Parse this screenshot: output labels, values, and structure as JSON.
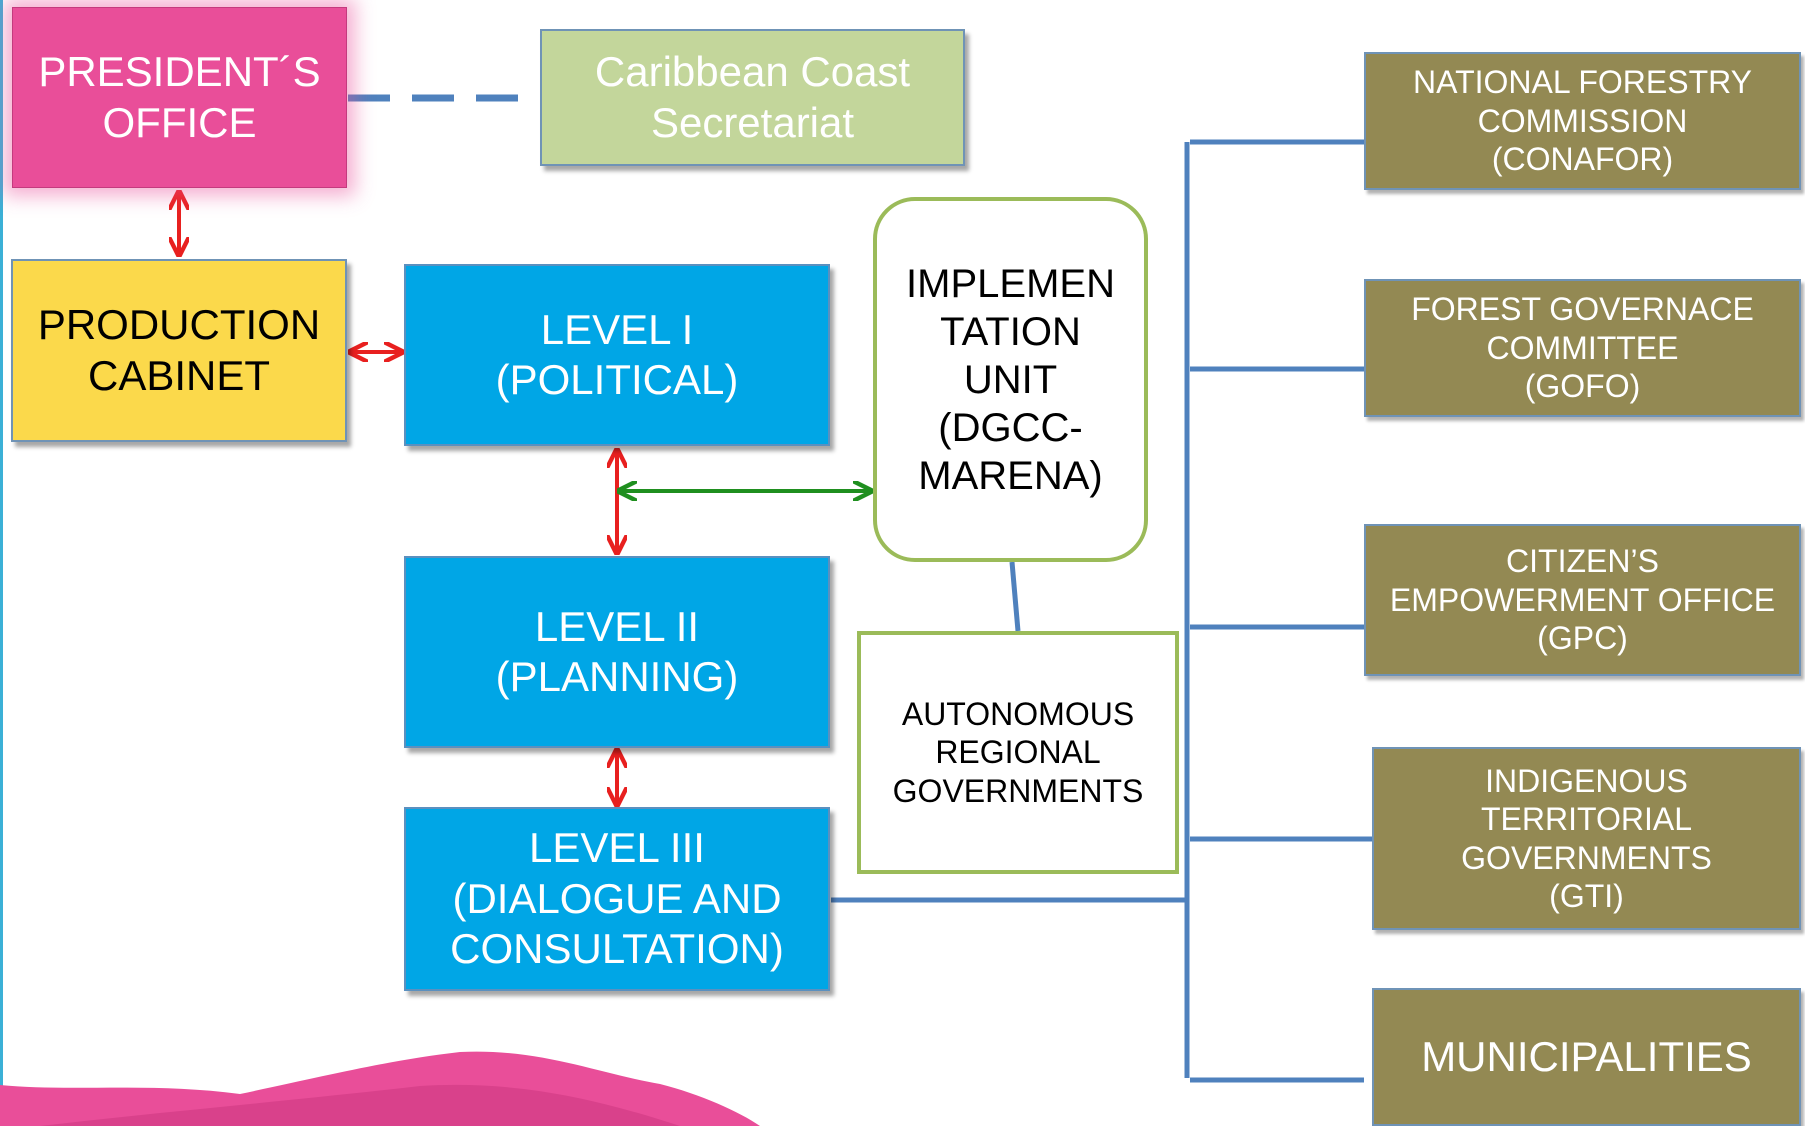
{
  "nodes": {
    "president": "PRESIDENT´S\nOFFICE",
    "caribbean": "Caribbean Coast\nSecretariat",
    "production": "PRODUCTION\nCABINET",
    "level1": "LEVEL  I\n(POLITICAL)",
    "level2": "LEVEL II\n(PLANNING)",
    "level3": "LEVEL III\n(DIALOGUE AND\nCONSULTATION)",
    "implementation": "IMPLEMEN\nTATION\nUNIT\n(DGCC-\nMARENA)",
    "autonomous": "AUTONOMOUS\nREGIONAL\nGOVERNMENTS",
    "conafor": "NATIONAL FORESTRY\nCOMMISSION\n(CONAFOR)",
    "gofo": "FOREST GOVERNACE\nCOMMITTEE\n(GOFO)",
    "gpc": "CITIZEN’S\nEMPOWERMENT OFFICE\n(GPC)",
    "gti": "INDIGENOUS\nTERRITORIAL\nGOVERNMENTS\n(GTI)",
    "municipalities": "MUNICIPALITIES"
  },
  "colors": {
    "president": "#e94e99",
    "caribbean": "#c3d69b",
    "production": "#fbd94b",
    "level": "#00a6e6",
    "olive": "#938953",
    "green_border": "#9bbb59",
    "connector": "#4f81bd",
    "arrow_red": "#e8201f",
    "arrow_green": "#1f8f1f"
  }
}
